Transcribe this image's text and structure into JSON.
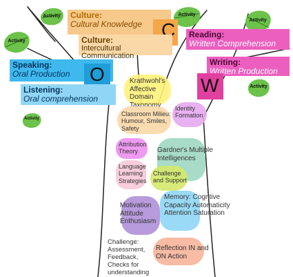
{
  "letters": {
    "c": "C",
    "o": "O",
    "w": "W"
  },
  "culture_knowledge": {
    "title": "Culture:",
    "subtitle": "Cultural Knowledge"
  },
  "culture_intercultural": {
    "title": "Culture:",
    "subtitle": "Intercultural Communication"
  },
  "reading": {
    "title": "Reading:",
    "subtitle": "Written Comprehension"
  },
  "writing": {
    "title": "Writing:",
    "subtitle": "Written Production"
  },
  "speaking": {
    "title": "Speaking:",
    "subtitle": "Oral Production"
  },
  "listening": {
    "title": "Listening:",
    "subtitle": "Oral comprehension"
  },
  "activity_label": "Activity",
  "blobs": {
    "krathwohl": "Krathwohl's Affective Domain Taxonomy",
    "classroom": "Classroom Milieu: Humour, Smiles, Safety",
    "identity": "Identity Formation",
    "attribution": "Attribution Theory",
    "gardner": "Gardner's Multiple Intelligences",
    "language_strategies": "Language Learning Strategies",
    "challenge_support": "Challenge and Support",
    "motivation": "Motivation Attitude Enthusiasm",
    "memory": "Memory: Cogntive Capacity Automaticity Attention Saturation",
    "challenge_assessment": "Challenge: Assessment, Feedback, Checks for understanding",
    "reflection": "Reflection IN and ON Action"
  },
  "colors": {
    "orange": "#f7c98a",
    "pink": "#ec5fbf",
    "blue": "#3fb8ee",
    "leaf": "#6cc24a"
  }
}
